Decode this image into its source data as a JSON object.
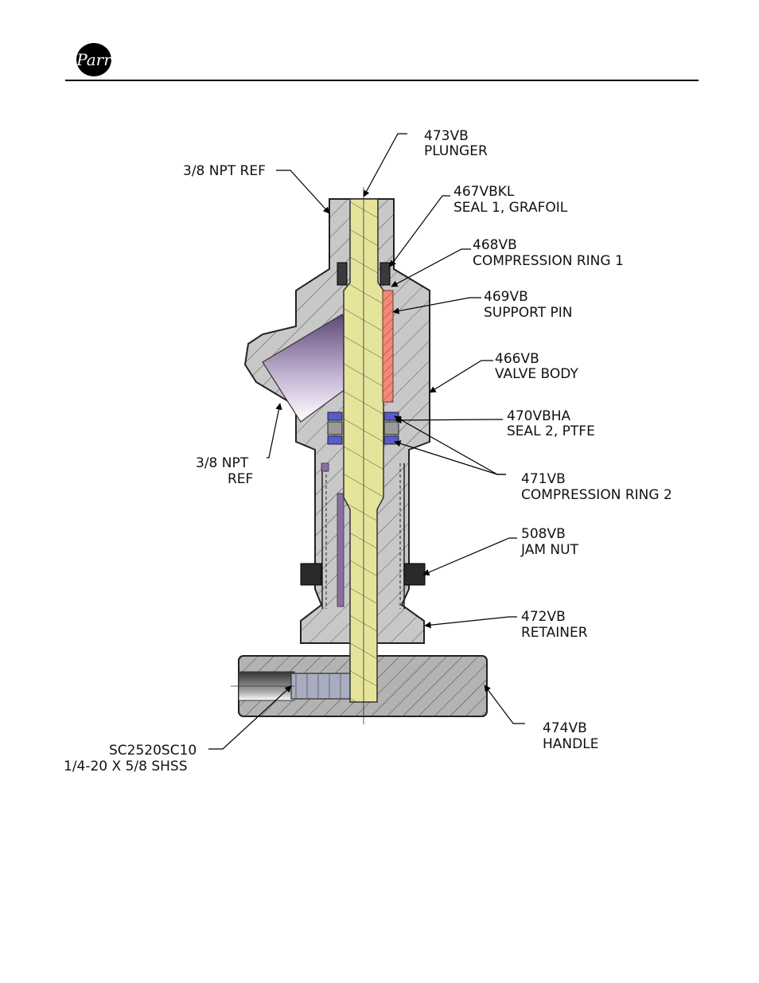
{
  "header": {
    "logo_text": "Parr"
  },
  "parts": [
    {
      "line1": "3/8 NPT REF",
      "line2": ""
    },
    {
      "line1": "473VB",
      "line2": "PLUNGER"
    },
    {
      "line1": "467VBKL",
      "line2": "SEAL 1, GRAFOIL"
    },
    {
      "line1": "468VB",
      "line2": "COMPRESSION RING 1"
    },
    {
      "line1": "469VB",
      "line2": "SUPPORT PIN"
    },
    {
      "line1": "466VB",
      "line2": "VALVE BODY"
    },
    {
      "line1": "470VBHA",
      "line2": "SEAL 2, PTFE"
    },
    {
      "line1": "3/8 NPT",
      "line2": "REF"
    },
    {
      "line1": "471VB",
      "line2": "COMPRESSION RING 2"
    },
    {
      "line1": "508VB",
      "line2": "JAM NUT"
    },
    {
      "line1": "472VB",
      "line2": "RETAINER"
    },
    {
      "line1": "474VB",
      "line2": "HANDLE"
    },
    {
      "line1": "SC2520SC10",
      "line2": "1/4-20 X 5/8 SHSS"
    }
  ],
  "colors": {
    "body": "#c8c8c8",
    "plunger": "#e6e49a",
    "support_pin": "#f08a7a",
    "seal": "#5a5ad0",
    "port": "#8a6fa0",
    "screw": "#a9adc2",
    "jam_nut": "#2a2a2a"
  }
}
